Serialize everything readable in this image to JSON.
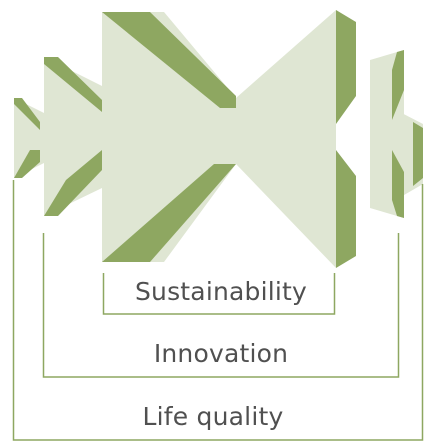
{
  "colors": {
    "shape_light": "#dfe6d3",
    "shape_dark": "#8ea761",
    "bracket_line": "#8ea761",
    "label_text": "#505050"
  },
  "levels": [
    {
      "name": "sustainability",
      "label": "Sustainability"
    },
    {
      "name": "innovation",
      "label": "Innovation"
    },
    {
      "name": "life-quality",
      "label": "Life quality"
    }
  ]
}
